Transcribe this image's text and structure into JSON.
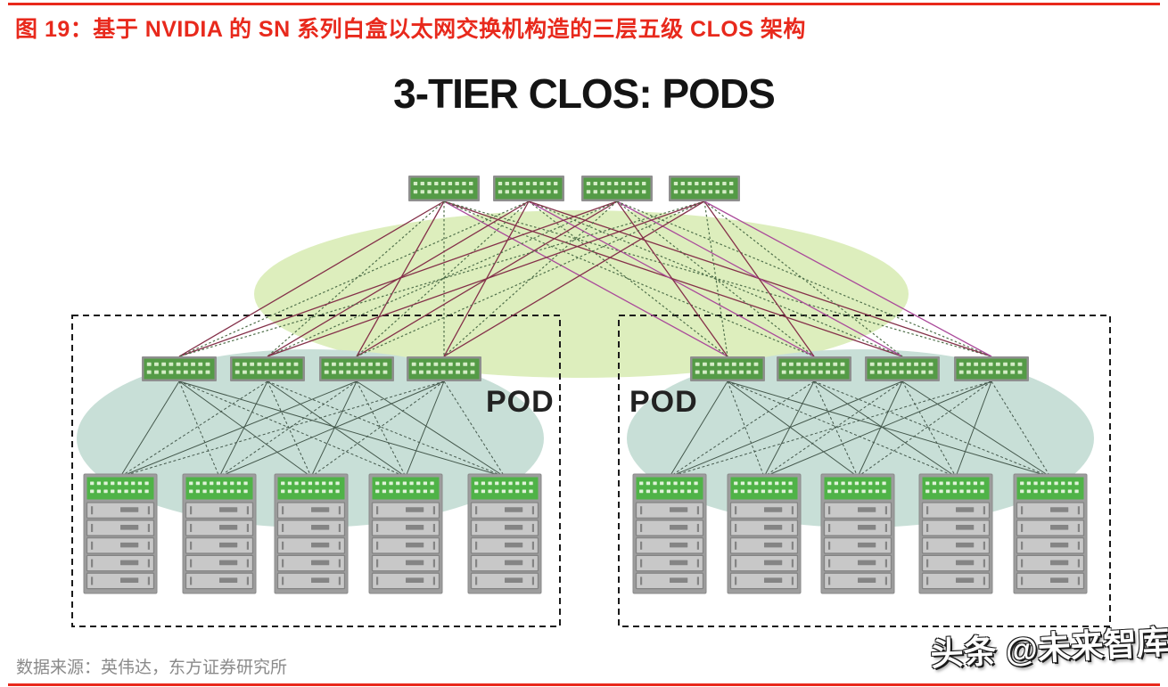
{
  "figure": {
    "number_title": "图 19：基于 NVIDIA 的 SN 系列白盒以太网交换机构造的三层五级 CLOS 架构",
    "source": "数据来源：英伟达，东方证券研究所",
    "watermark": "头条 @未来智库"
  },
  "diagram": {
    "title": "3-TIER CLOS: PODS",
    "spine_switches": 4,
    "pods": [
      {
        "label": "POD",
        "label_side": "right",
        "leaf_switches": 4,
        "racks": 5,
        "servers_per_rack": 5
      },
      {
        "label": "POD",
        "label_side": "left",
        "leaf_switches": 4,
        "racks": 5,
        "servers_per_rack": 5
      }
    ],
    "colors": {
      "accent_red": "#e8291c",
      "spine_layer_ellipse": "#ddeebd",
      "pod_ellipse": "#c8dfd7",
      "switch_green": "#549b46",
      "switch_port": "#d4ecc6",
      "tor_green": "#4fb347",
      "tor_port": "#dff2d8",
      "rack_gray": "#9d9d9d",
      "server_gray": "#c8c8c8",
      "server_detail_gray": "#848484",
      "link_red": "#843049",
      "link_green_dotted": "#4f6f4a",
      "link_magenta": "#aa4a9a",
      "leaf_rack_link": "#44584c",
      "pod_border": "#1a1a1a",
      "source_text_gray": "#8a8a8a"
    }
  }
}
